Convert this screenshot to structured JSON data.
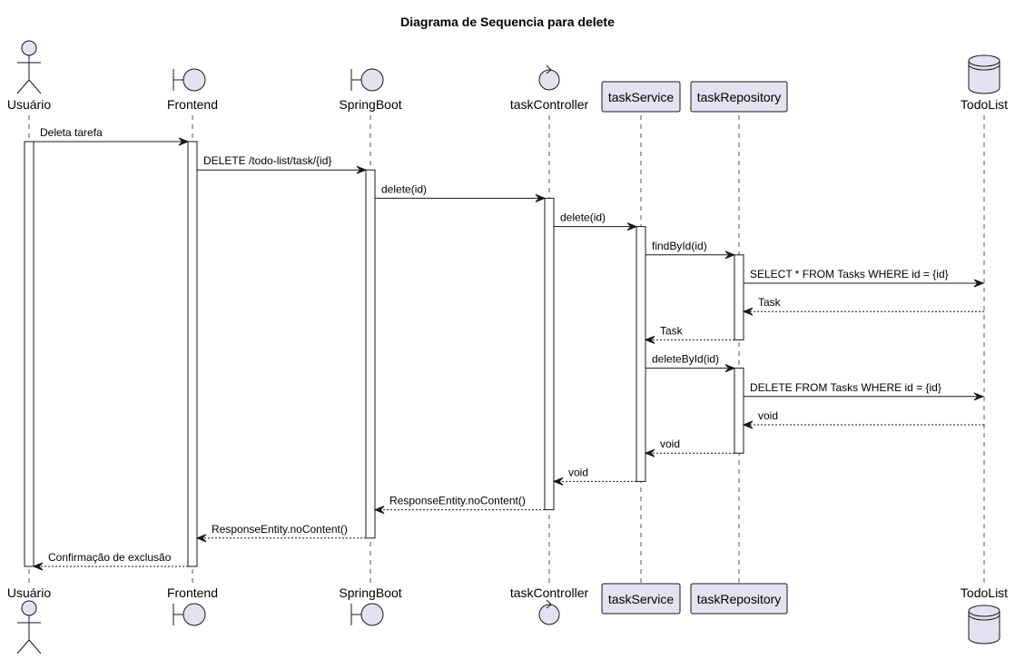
{
  "title": "Diagrama de Sequencia para delete",
  "participants": [
    {
      "id": "usuario",
      "label": "Usuário",
      "kind": "actor"
    },
    {
      "id": "frontend",
      "label": "Frontend",
      "kind": "boundary"
    },
    {
      "id": "springboot",
      "label": "SpringBoot",
      "kind": "boundary"
    },
    {
      "id": "taskController",
      "label": "taskController",
      "kind": "control"
    },
    {
      "id": "taskService",
      "label": "taskService",
      "kind": "participant"
    },
    {
      "id": "taskRepository",
      "label": "taskRepository",
      "kind": "participant"
    },
    {
      "id": "todolist",
      "label": "TodoList",
      "kind": "database"
    }
  ],
  "messages": [
    {
      "from": "usuario",
      "to": "frontend",
      "label": "Deleta tarefa",
      "type": "sync"
    },
    {
      "from": "frontend",
      "to": "springboot",
      "label": "DELETE /todo-list/task/{id}",
      "type": "sync"
    },
    {
      "from": "springboot",
      "to": "taskController",
      "label": "delete(id)",
      "type": "sync"
    },
    {
      "from": "taskController",
      "to": "taskService",
      "label": "delete(id)",
      "type": "sync"
    },
    {
      "from": "taskService",
      "to": "taskRepository",
      "label": "findById(id)",
      "type": "sync"
    },
    {
      "from": "taskRepository",
      "to": "todolist",
      "label": "SELECT * FROM Tasks WHERE id = {id}",
      "type": "sync"
    },
    {
      "from": "todolist",
      "to": "taskRepository",
      "label": "Task",
      "type": "reply"
    },
    {
      "from": "taskRepository",
      "to": "taskService",
      "label": "Task",
      "type": "reply"
    },
    {
      "from": "taskService",
      "to": "taskRepository",
      "label": "deleteById(id)",
      "type": "sync"
    },
    {
      "from": "taskRepository",
      "to": "todolist",
      "label": "DELETE FROM Tasks WHERE id = {id}",
      "type": "sync"
    },
    {
      "from": "todolist",
      "to": "taskRepository",
      "label": "void",
      "type": "reply"
    },
    {
      "from": "taskRepository",
      "to": "taskService",
      "label": "void",
      "type": "reply"
    },
    {
      "from": "taskService",
      "to": "taskController",
      "label": "void",
      "type": "reply"
    },
    {
      "from": "taskController",
      "to": "springboot",
      "label": "ResponseEntity.noContent()",
      "type": "reply"
    },
    {
      "from": "springboot",
      "to": "frontend",
      "label": "ResponseEntity.noContent()",
      "type": "reply"
    },
    {
      "from": "frontend",
      "to": "usuario",
      "label": "Confirmação de exclusão",
      "type": "reply"
    }
  ],
  "colors": {
    "participant_fill": "#E2E2F0",
    "stroke": "#181818",
    "lifeline": "#555555",
    "background": "#FFFFFF"
  }
}
